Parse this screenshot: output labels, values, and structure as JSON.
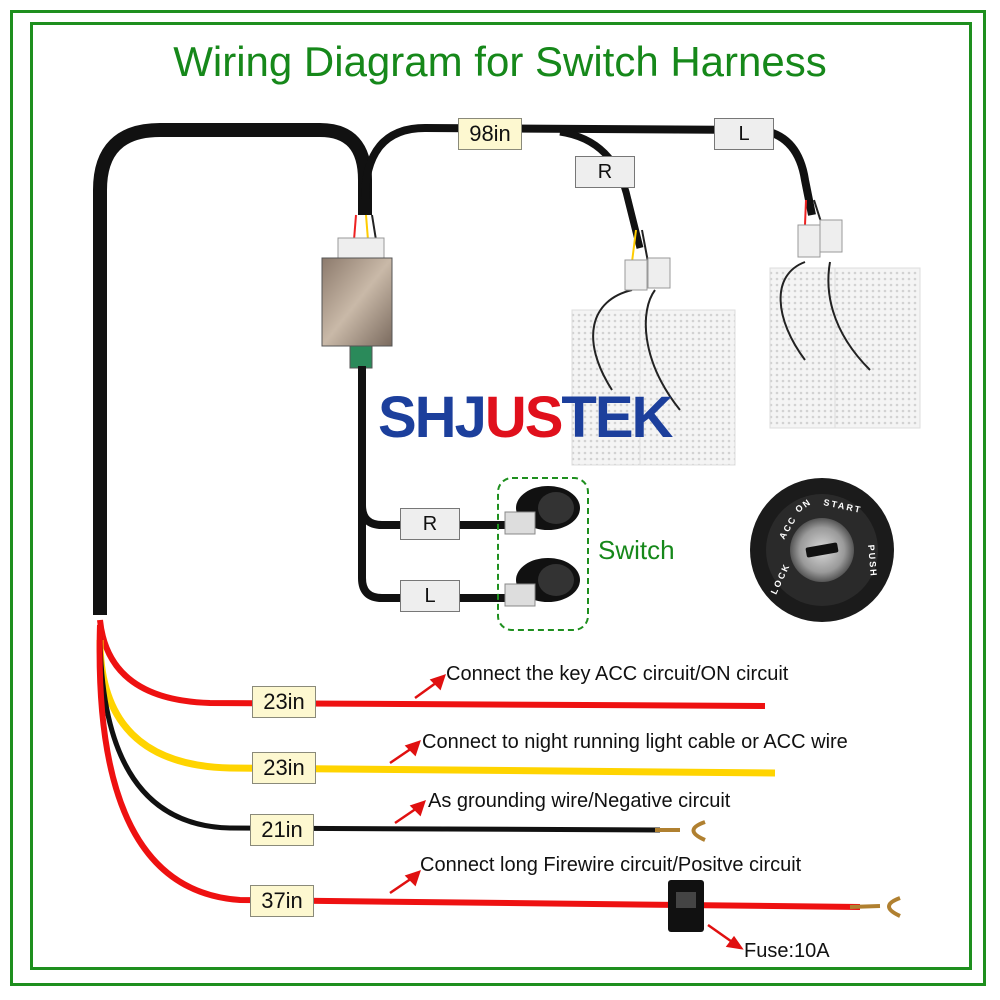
{
  "title": "Wiring Diagram for Switch Harness",
  "brand": {
    "part1": "SHJ",
    "part2": "US",
    "part3": "TEK"
  },
  "harness": {
    "main_length": "98in",
    "right_label": "R",
    "left_label": "L"
  },
  "switch": {
    "label": "Switch",
    "right_label": "R",
    "left_label": "L"
  },
  "ignition": {
    "positions": [
      "LOCK",
      "ACC",
      "ON",
      "START",
      "PUSH"
    ]
  },
  "wires": [
    {
      "length": "23in",
      "color": "#ee1111",
      "note": "Connect the key ACC circuit/ON circuit"
    },
    {
      "length": "23in",
      "color": "#ffd400",
      "note": "Connect to night running light cable or ACC wire"
    },
    {
      "length": "21in",
      "color": "#111111",
      "note": "As grounding wire/Negative circuit"
    },
    {
      "length": "37in",
      "color": "#ee1111",
      "note": "Connect long Firewire circuit/Positve circuit"
    }
  ],
  "fuse": {
    "label": "Fuse:10A"
  },
  "colors": {
    "title": "#16881a",
    "border": "#1e8f1e",
    "arrow": "#e01010"
  }
}
